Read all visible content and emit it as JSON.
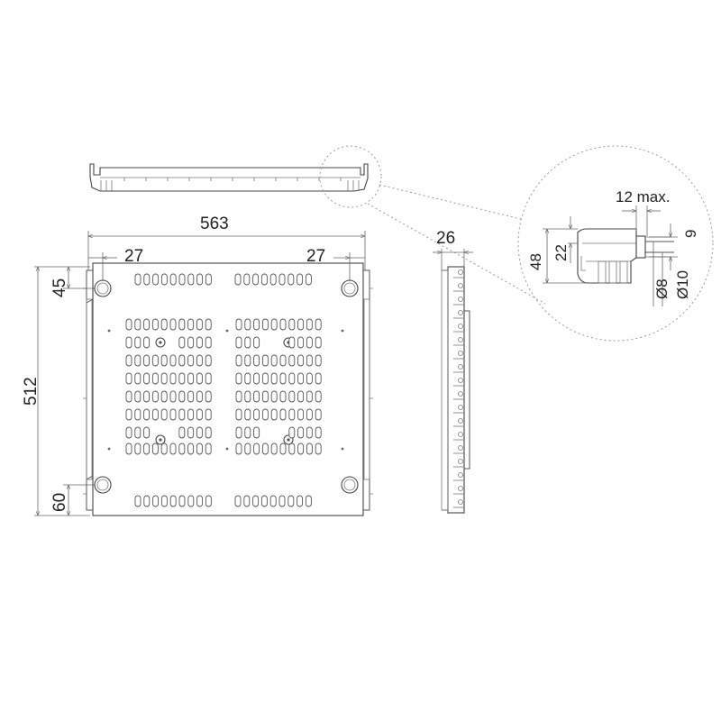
{
  "drawing": {
    "dimensions": {
      "total_width": "563",
      "edge_offset_left": "27",
      "edge_offset_right": "27",
      "total_height": "512",
      "top_offset": "45",
      "bottom_offset": "60",
      "depth": "26"
    },
    "detail": {
      "max_protrusion": "12 max.",
      "height_48": "48",
      "height_22": "22",
      "thickness_9": "9",
      "diameter_8": "Ø8",
      "diameter_10": "Ø10"
    }
  }
}
